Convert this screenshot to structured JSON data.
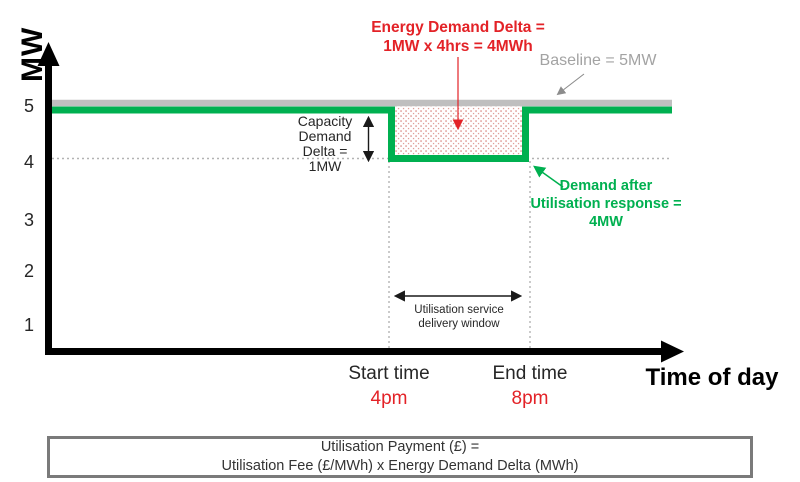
{
  "colors": {
    "demand_green": "#00B050",
    "annotation_red": "#E32227",
    "baseline_gray": "#BFBFBF",
    "gray_text": "#A3A3A3",
    "dotted_gray": "#B3B3B3",
    "box_border_gray": "#7A7A7A"
  },
  "yaxis": {
    "label": "MW",
    "ticks": [
      "5",
      "4",
      "3",
      "2",
      "1"
    ]
  },
  "xaxis": {
    "label": "Time of day",
    "start_label": "Start time",
    "start_value": "4pm",
    "end_label": "End time",
    "end_value": "8pm"
  },
  "annotations": {
    "energy_delta_line1": "Energy Demand Delta =",
    "energy_delta_line2": "1MW x 4hrs = 4MWh",
    "baseline_label": "Baseline = 5MW",
    "capacity_line1": "Capacity",
    "capacity_line2": "Demand Delta =",
    "capacity_line3": "1MW",
    "demand_after_line1": "Demand after",
    "demand_after_line2": "Utilisation response =",
    "demand_after_line3": "4MW",
    "window_line1": "Utilisation service",
    "window_line2": "delivery window"
  },
  "formula": {
    "line1": "Utilisation Payment (£) =",
    "line2": "Utilisation Fee (£/MWh) x Energy Demand Delta (MWh)"
  },
  "chart_data": {
    "type": "line",
    "title": "Utilisation payment illustration: demand turn-down against baseline",
    "xlabel": "Time of day",
    "ylabel": "MW",
    "yticks": [
      1,
      2,
      3,
      4,
      5
    ],
    "ylim": [
      0,
      5.6
    ],
    "x_events": {
      "start_time": "4pm",
      "end_time": "8pm"
    },
    "series": [
      {
        "name": "Baseline",
        "color": "#BFBFBF",
        "style": "solid thick",
        "description": "Constant 5MW across the whole day",
        "segments": [
          {
            "from": "day start",
            "to": "day end",
            "y_mw": 5
          }
        ]
      },
      {
        "name": "Demand after Utilisation response",
        "color": "#00B050",
        "style": "solid thick step",
        "segments": [
          {
            "from": "day start",
            "to": "4pm",
            "y_mw": 5
          },
          {
            "from": "4pm",
            "to": "8pm",
            "y_mw": 4
          },
          {
            "from": "8pm",
            "to": "day end",
            "y_mw": 5
          }
        ]
      }
    ],
    "derived_values": {
      "capacity_demand_delta_mw": 1,
      "window_hours": 4,
      "energy_demand_delta_mwh": 4,
      "demand_during_window_mw": 4,
      "baseline_mw": 5
    },
    "grid": "4MW dotted reference line; dotted verticals at 4pm and 8pm",
    "legend_position": "none (inline annotations)"
  }
}
